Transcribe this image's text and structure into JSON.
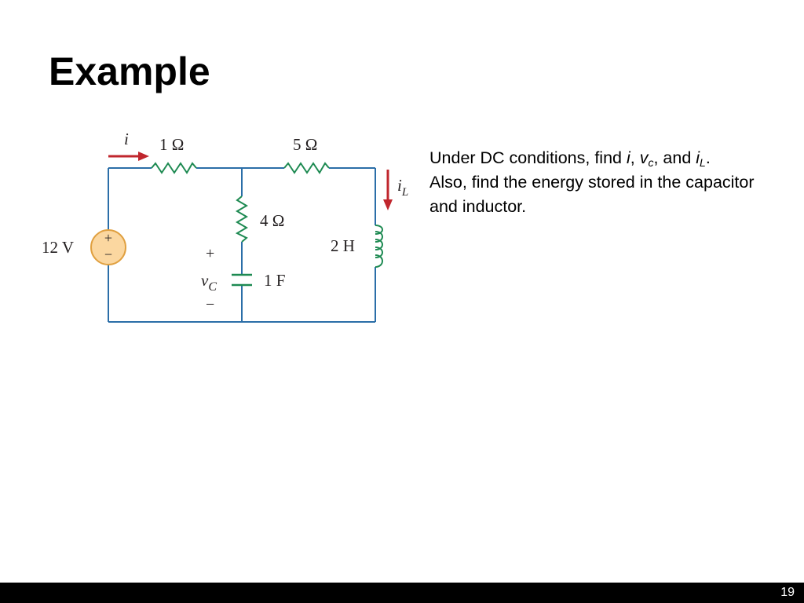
{
  "slide": {
    "title": "Example",
    "page_number": "19"
  },
  "circuit": {
    "colors": {
      "wire": "#2b6ea8",
      "resistor": "#1e8a52",
      "arrow": "#c0262d",
      "source_fill": "#fbd7a0",
      "source_stroke": "#e0a040"
    },
    "labels": {
      "current_i": "i",
      "r1": "1 Ω",
      "r2": "5 Ω",
      "r3": "4 Ω",
      "source": "12 V",
      "source_plus": "+",
      "source_minus": "−",
      "cap_value": "1 F",
      "vc_plus": "+",
      "vc_var": "v",
      "vc_sub": "C",
      "vc_minus": "−",
      "inductor": "2 H",
      "il_var": "i",
      "il_sub": "L"
    }
  },
  "problem": {
    "line1_text_a": "Under DC conditions, find ",
    "line1_var_i": "i",
    "line1_comma1": ", ",
    "line1_var_v": "v",
    "line1_sub_c": "c",
    "line1_text_b": ", and ",
    "line1_var_i2": "i",
    "line1_sub_L": "L",
    "line1_period": ".",
    "line2": "Also, find the energy stored in the capacitor and inductor."
  }
}
